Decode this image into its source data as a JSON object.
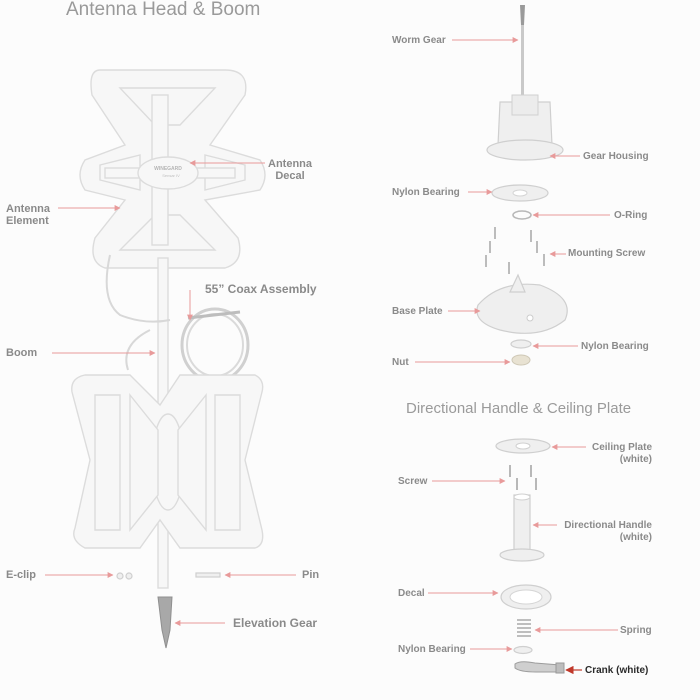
{
  "sections": {
    "antenna_head_boom": "Antenna Head & Boom",
    "directional_handle": "Directional Handle & Ceiling Plate"
  },
  "decal_text": {
    "brand": "WINEGARD",
    "sub": "Sensar IV"
  },
  "labels": {
    "antenna_element_1": "Antenna",
    "antenna_element_2": "Element",
    "antenna_decal_1": "Antenna",
    "antenna_decal_2": "Decal",
    "coax_assembly": "55” Coax Assembly",
    "boom": "Boom",
    "e_clip": "E-clip",
    "pin": "Pin",
    "elevation_gear": "Elevation Gear",
    "worm_gear": "Worm Gear",
    "gear_housing": "Gear Housing",
    "nylon_bearing_top": "Nylon Bearing",
    "o_ring": "O-Ring",
    "mounting_screw": "Mounting Screw",
    "base_plate": "Base Plate",
    "nylon_bearing_mid": "Nylon Bearing",
    "nut": "Nut",
    "ceiling_plate_1": "Ceiling Plate",
    "ceiling_plate_2": "(white)",
    "screw": "Screw",
    "directional_handle_1": "Directional Handle",
    "directional_handle_2": "(white)",
    "decal": "Decal",
    "spring": "Spring",
    "nylon_bearing_bottom": "Nylon Bearing",
    "crank": "Crank (white)"
  },
  "colors": {
    "leader": "#e89a9a",
    "leader_highlight": "#c0392b",
    "label": "#8a8a8a",
    "label_highlight": "#2a2a2a",
    "title": "#9a9a9a"
  }
}
